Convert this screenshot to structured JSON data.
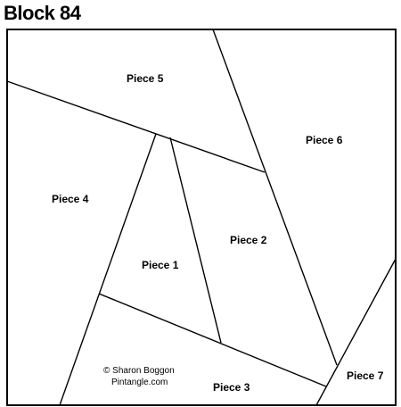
{
  "title": "Block 84",
  "pieces": [
    {
      "id": "piece-5",
      "label": "Piece 5"
    },
    {
      "id": "piece-6",
      "label": "Piece 6"
    },
    {
      "id": "piece-4",
      "label": "Piece 4"
    },
    {
      "id": "piece-2",
      "label": "Piece 2"
    },
    {
      "id": "piece-1",
      "label": "Piece 1"
    },
    {
      "id": "piece-7",
      "label": "Piece 7"
    },
    {
      "id": "piece-3",
      "label": "Piece 3"
    }
  ],
  "credit": {
    "line1": "© Sharon Boggon",
    "line2": "Pintangle.com"
  },
  "colors": {
    "line": "#000000",
    "background": "#ffffff"
  }
}
